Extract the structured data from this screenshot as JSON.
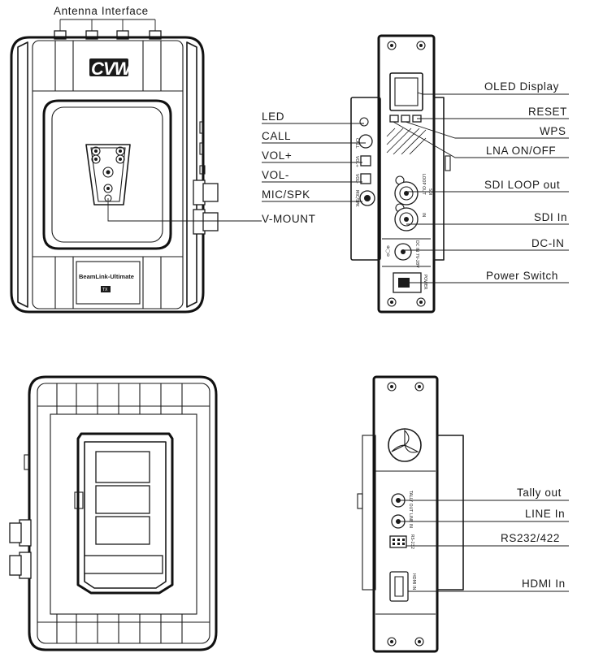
{
  "top_labels": {
    "antenna_interface": "Antenna Interface"
  },
  "front_device": {
    "logo": "CVW",
    "model": "BeamLink-Ultimate",
    "badge": "TX"
  },
  "left_callouts": {
    "led": "LED",
    "call": "CALL",
    "vol_plus": "VOL+",
    "vol_minus": "VOL-",
    "mic_spk": "MIC/SPK",
    "v_mount": "V-MOUNT"
  },
  "side_panel_marks": {
    "call": "CALL",
    "vol_plus": "VOL+",
    "vol_minus": "VOL-",
    "mic_spk": "MIC/SPK",
    "loop_out": "LOOP OUT",
    "sdi": "SDI",
    "in": "IN",
    "dc_in": "DC IN 7V-28V",
    "power": "POWER"
  },
  "right_callouts_top": {
    "oled_display": "OLED Display",
    "reset": "RESET",
    "wps": "WPS",
    "lna": "LNA ON/OFF",
    "sdi_loop_out": "SDI LOOP out",
    "sdi_in": "SDI In",
    "dc_in": "DC-IN",
    "power_switch": "Power Switch"
  },
  "right_callouts_bottom": {
    "tally_out": "Tally out",
    "line_in": "LINE In",
    "rs232": "RS232/422",
    "hdmi_in": "HDMI In"
  },
  "bottom_panel_marks": {
    "tally_out": "TALLY OUT",
    "line_in": "LINE IN",
    "rs232": "RS-232",
    "hdmi_in": "HDMI IN"
  },
  "colors": {
    "line": "#1a1a1a",
    "background": "#ffffff"
  }
}
